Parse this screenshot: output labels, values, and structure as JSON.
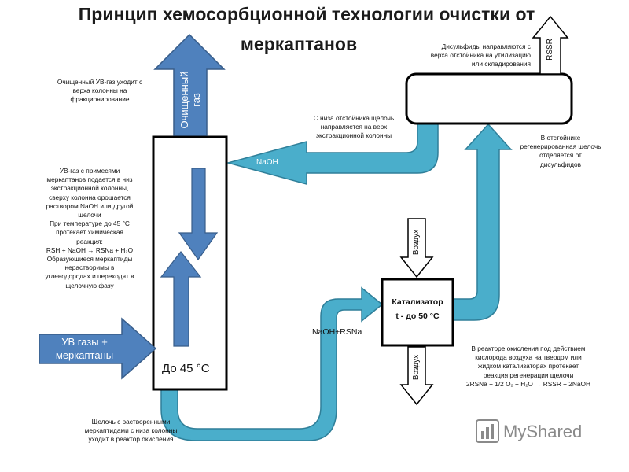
{
  "title": {
    "line1": "Принцип хемосорбционной технологии очистки от",
    "line2": "меркаптанов"
  },
  "labels": {
    "purified_gas": "Очищенный газ",
    "rssr": "RSSR",
    "naoh": "NaOH",
    "feed_gas_line1": "УВ газы +",
    "feed_gas_line2": "меркаптаны",
    "column_temp": "До 45 °С",
    "naoh_rsna": "NaOH+RSNa",
    "catalyst_line1": "Катализатор",
    "catalyst_line2": "t - до 50 °С",
    "air_in": "Воздух",
    "air_out": "Воздух"
  },
  "notes": {
    "purified_exit": [
      "Очищенный УВ-газ уходит с",
      "верха колонны на",
      "фракционирование"
    ],
    "disulfides": [
      "Дисульфиды направляются  с",
      "верха отстойника на утилизацию",
      "или складирования"
    ],
    "settler_bottom": [
      "С низа отстойника щелочь",
      "направляется на верх",
      "экстракционной колонны"
    ],
    "settler_regen": [
      "В отстойнике",
      "регенерированная щелочь",
      "отделяется от",
      "дисульфидов"
    ],
    "feed_description": [
      "УВ-газ с примесями",
      "меркаптанов подается в низ",
      "экстракционной колонны,",
      "сверху колонна орошается",
      "раствором NaOH или другой",
      "щелочи",
      "При температуре до 45 °С",
      "протекает химическая",
      "реакция:",
      "RSH + NaOH → RSNa + H₂O",
      "Образующиеся меркаптиды",
      "нерастворимы в",
      "углеводородах и переходят в",
      "щелочную фазу"
    ],
    "reactor_description": [
      "В реакторе окисления под действием",
      "кислорода воздуха на твердом или",
      "жидком катализаторах протекает",
      "реакция регенерации щелочи",
      "2RSNa + 1/2 O₂ + H₂O → RSSR + 2NaOH"
    ],
    "bottom_alkali": [
      "Щелочь с растворенными",
      "меркаптидами с низа колонны",
      "уходит в реактор окисления"
    ]
  },
  "logo": {
    "text": "MyShared"
  },
  "colors": {
    "pipe": "#4aaecb",
    "pipe_stroke": "#2f7f99",
    "blue_arrow": "#4f81bd",
    "blue_arrow_stroke": "#385d8a",
    "outline": "#000000"
  }
}
